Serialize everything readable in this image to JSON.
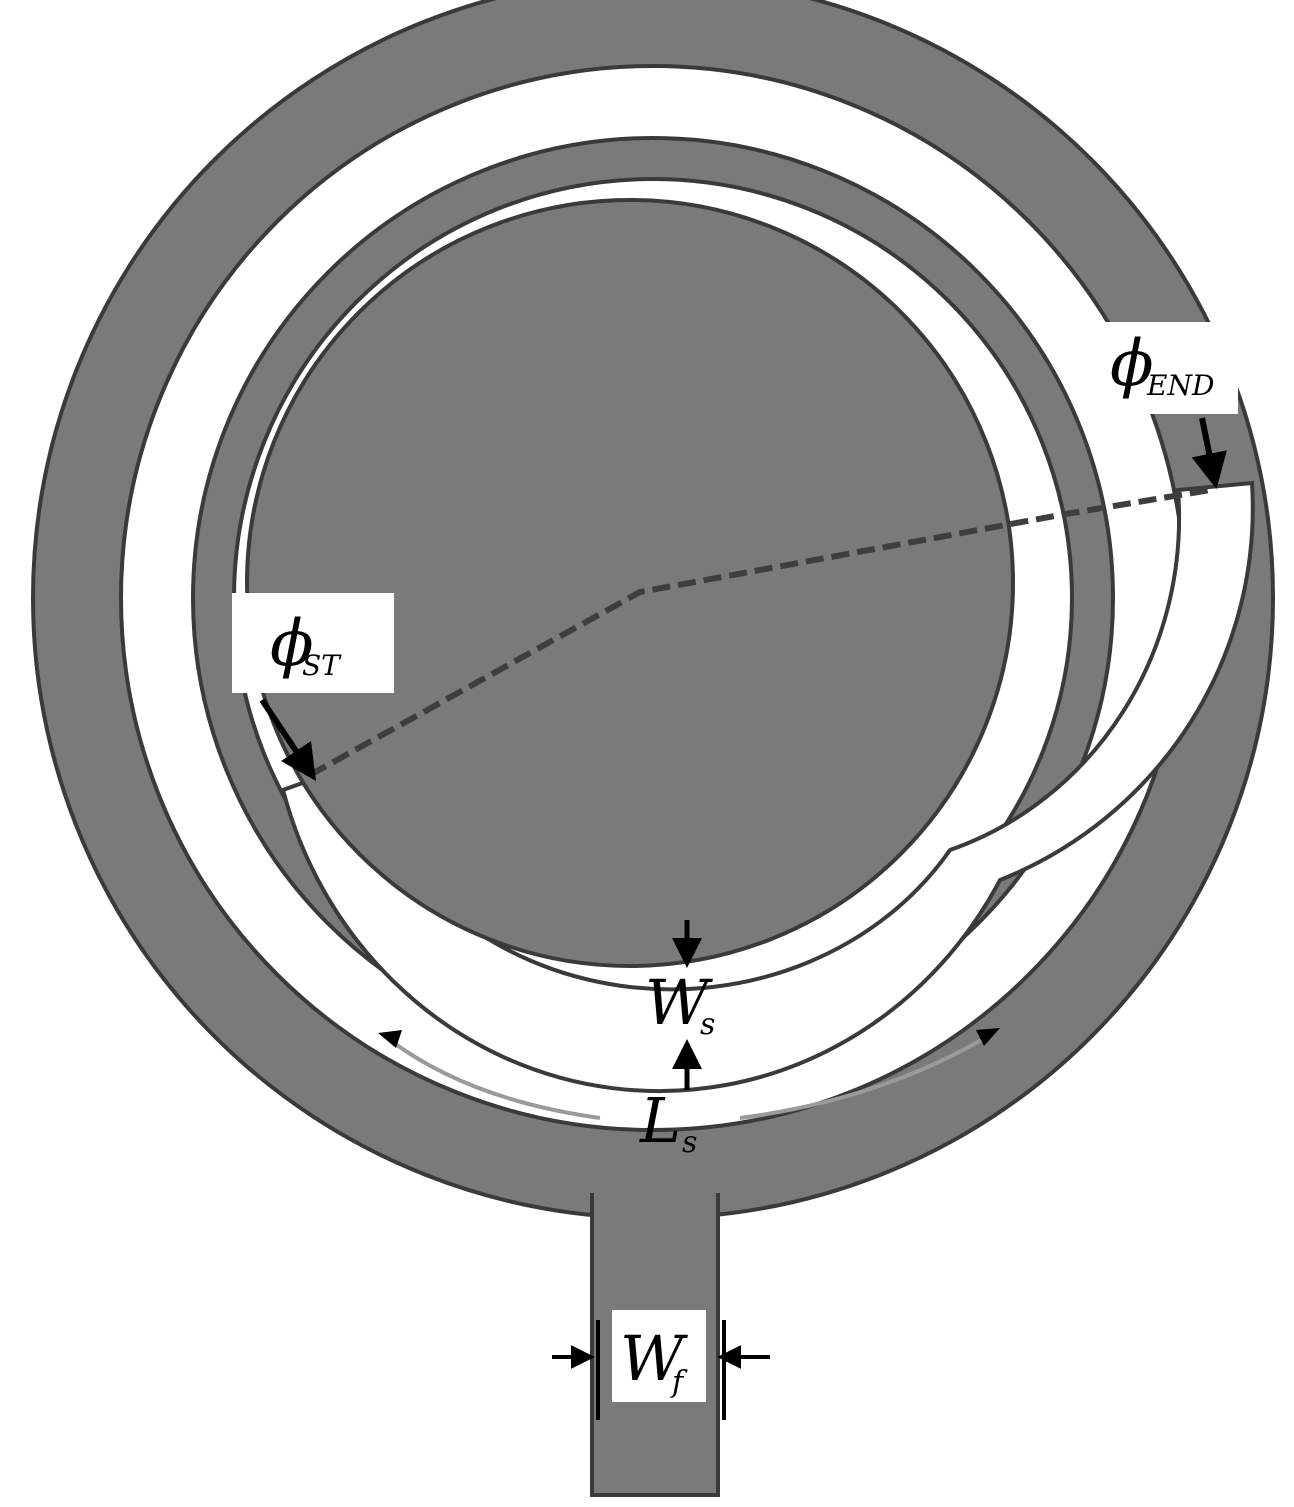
{
  "colors": {
    "metal": "#7a7a7a",
    "edge": "#3a3a3a",
    "background": "#ffffff",
    "ink": "#000000",
    "dashed_line": "#3e3e3e",
    "arc_arrow": "#9a9a9a"
  },
  "labels": {
    "phi_end": {
      "main": "ϕ",
      "sub": "END"
    },
    "phi_st": {
      "main": "ϕ",
      "sub": "ST"
    },
    "ws": {
      "main": "W",
      "sub": "s"
    },
    "ls": {
      "main": "L",
      "sub": "s"
    },
    "wf": {
      "main": "W",
      "sub": "f"
    }
  }
}
